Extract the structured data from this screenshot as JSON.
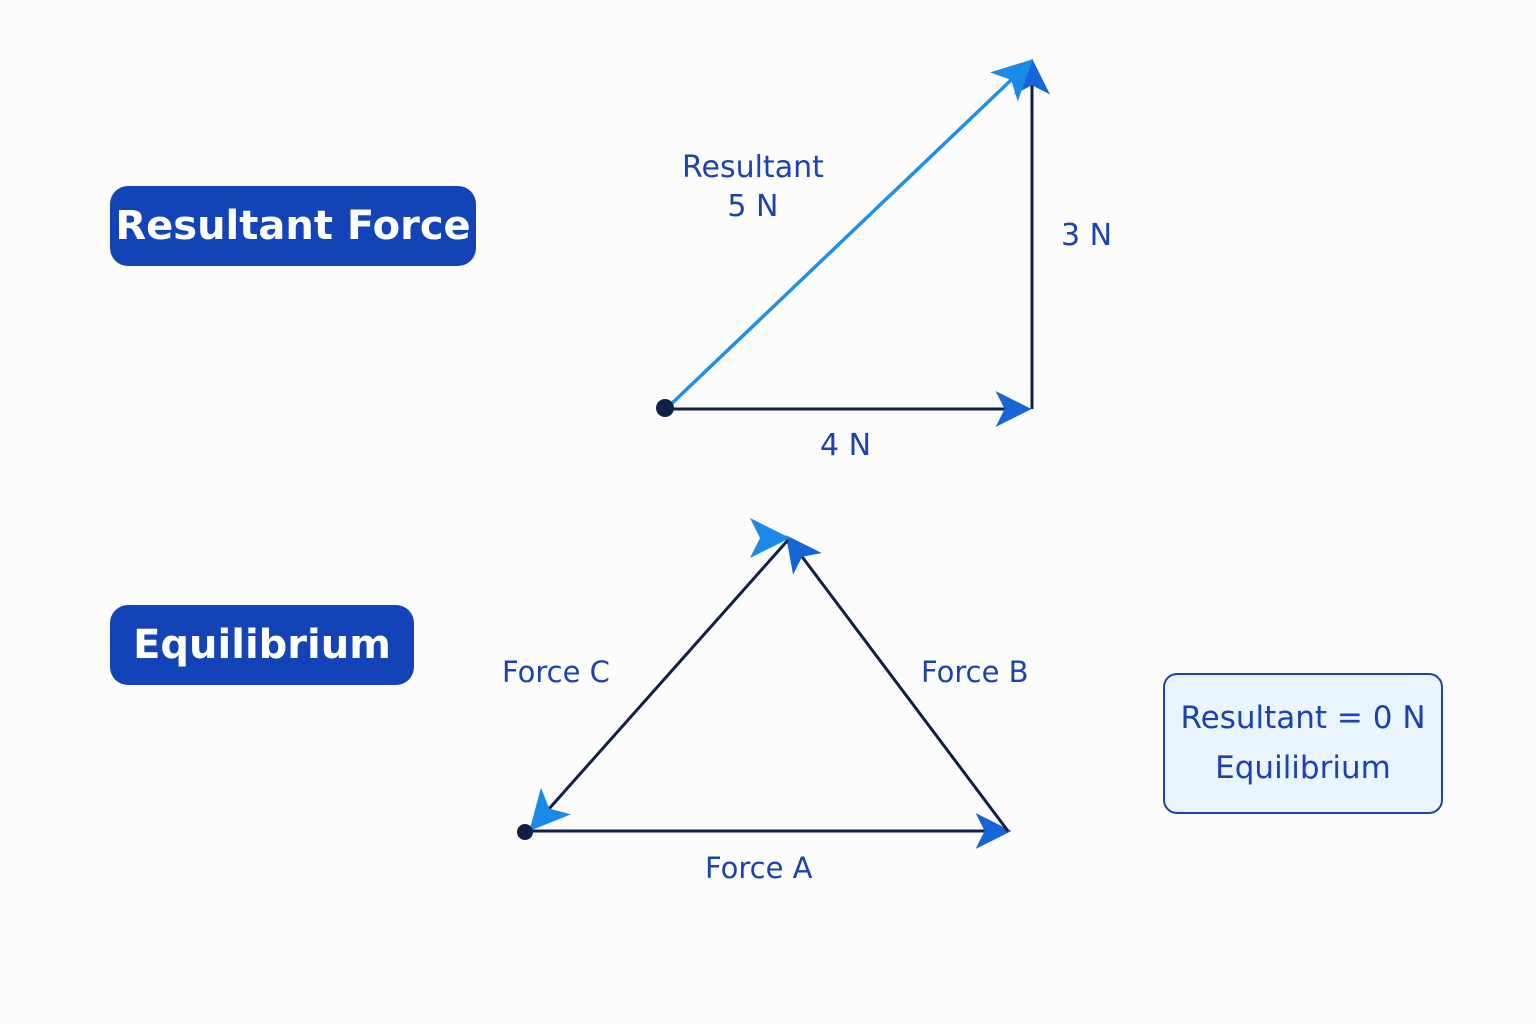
{
  "resultant_section": {
    "pill_label": "Resultant Force",
    "resultant_label_line1": "Resultant",
    "resultant_label_line2": "5 N",
    "vertical_label": "3 N",
    "horizontal_label": "4 N"
  },
  "equilibrium_section": {
    "pill_label": "Equilibrium",
    "force_a_label": "Force A",
    "force_b_label": "Force B",
    "force_c_label": "Force C",
    "result_box": {
      "line1": "Resultant = 0 N",
      "line2": "Equilibrium"
    }
  },
  "colors": {
    "pill_fill": "#1244b8",
    "label_text": "#1a43b0",
    "dark_vector": "#0f1f45",
    "resultant_vector": "#1e90ea",
    "arrowhead": "#1565d8",
    "result_box_fill": "#eaf4fd"
  }
}
